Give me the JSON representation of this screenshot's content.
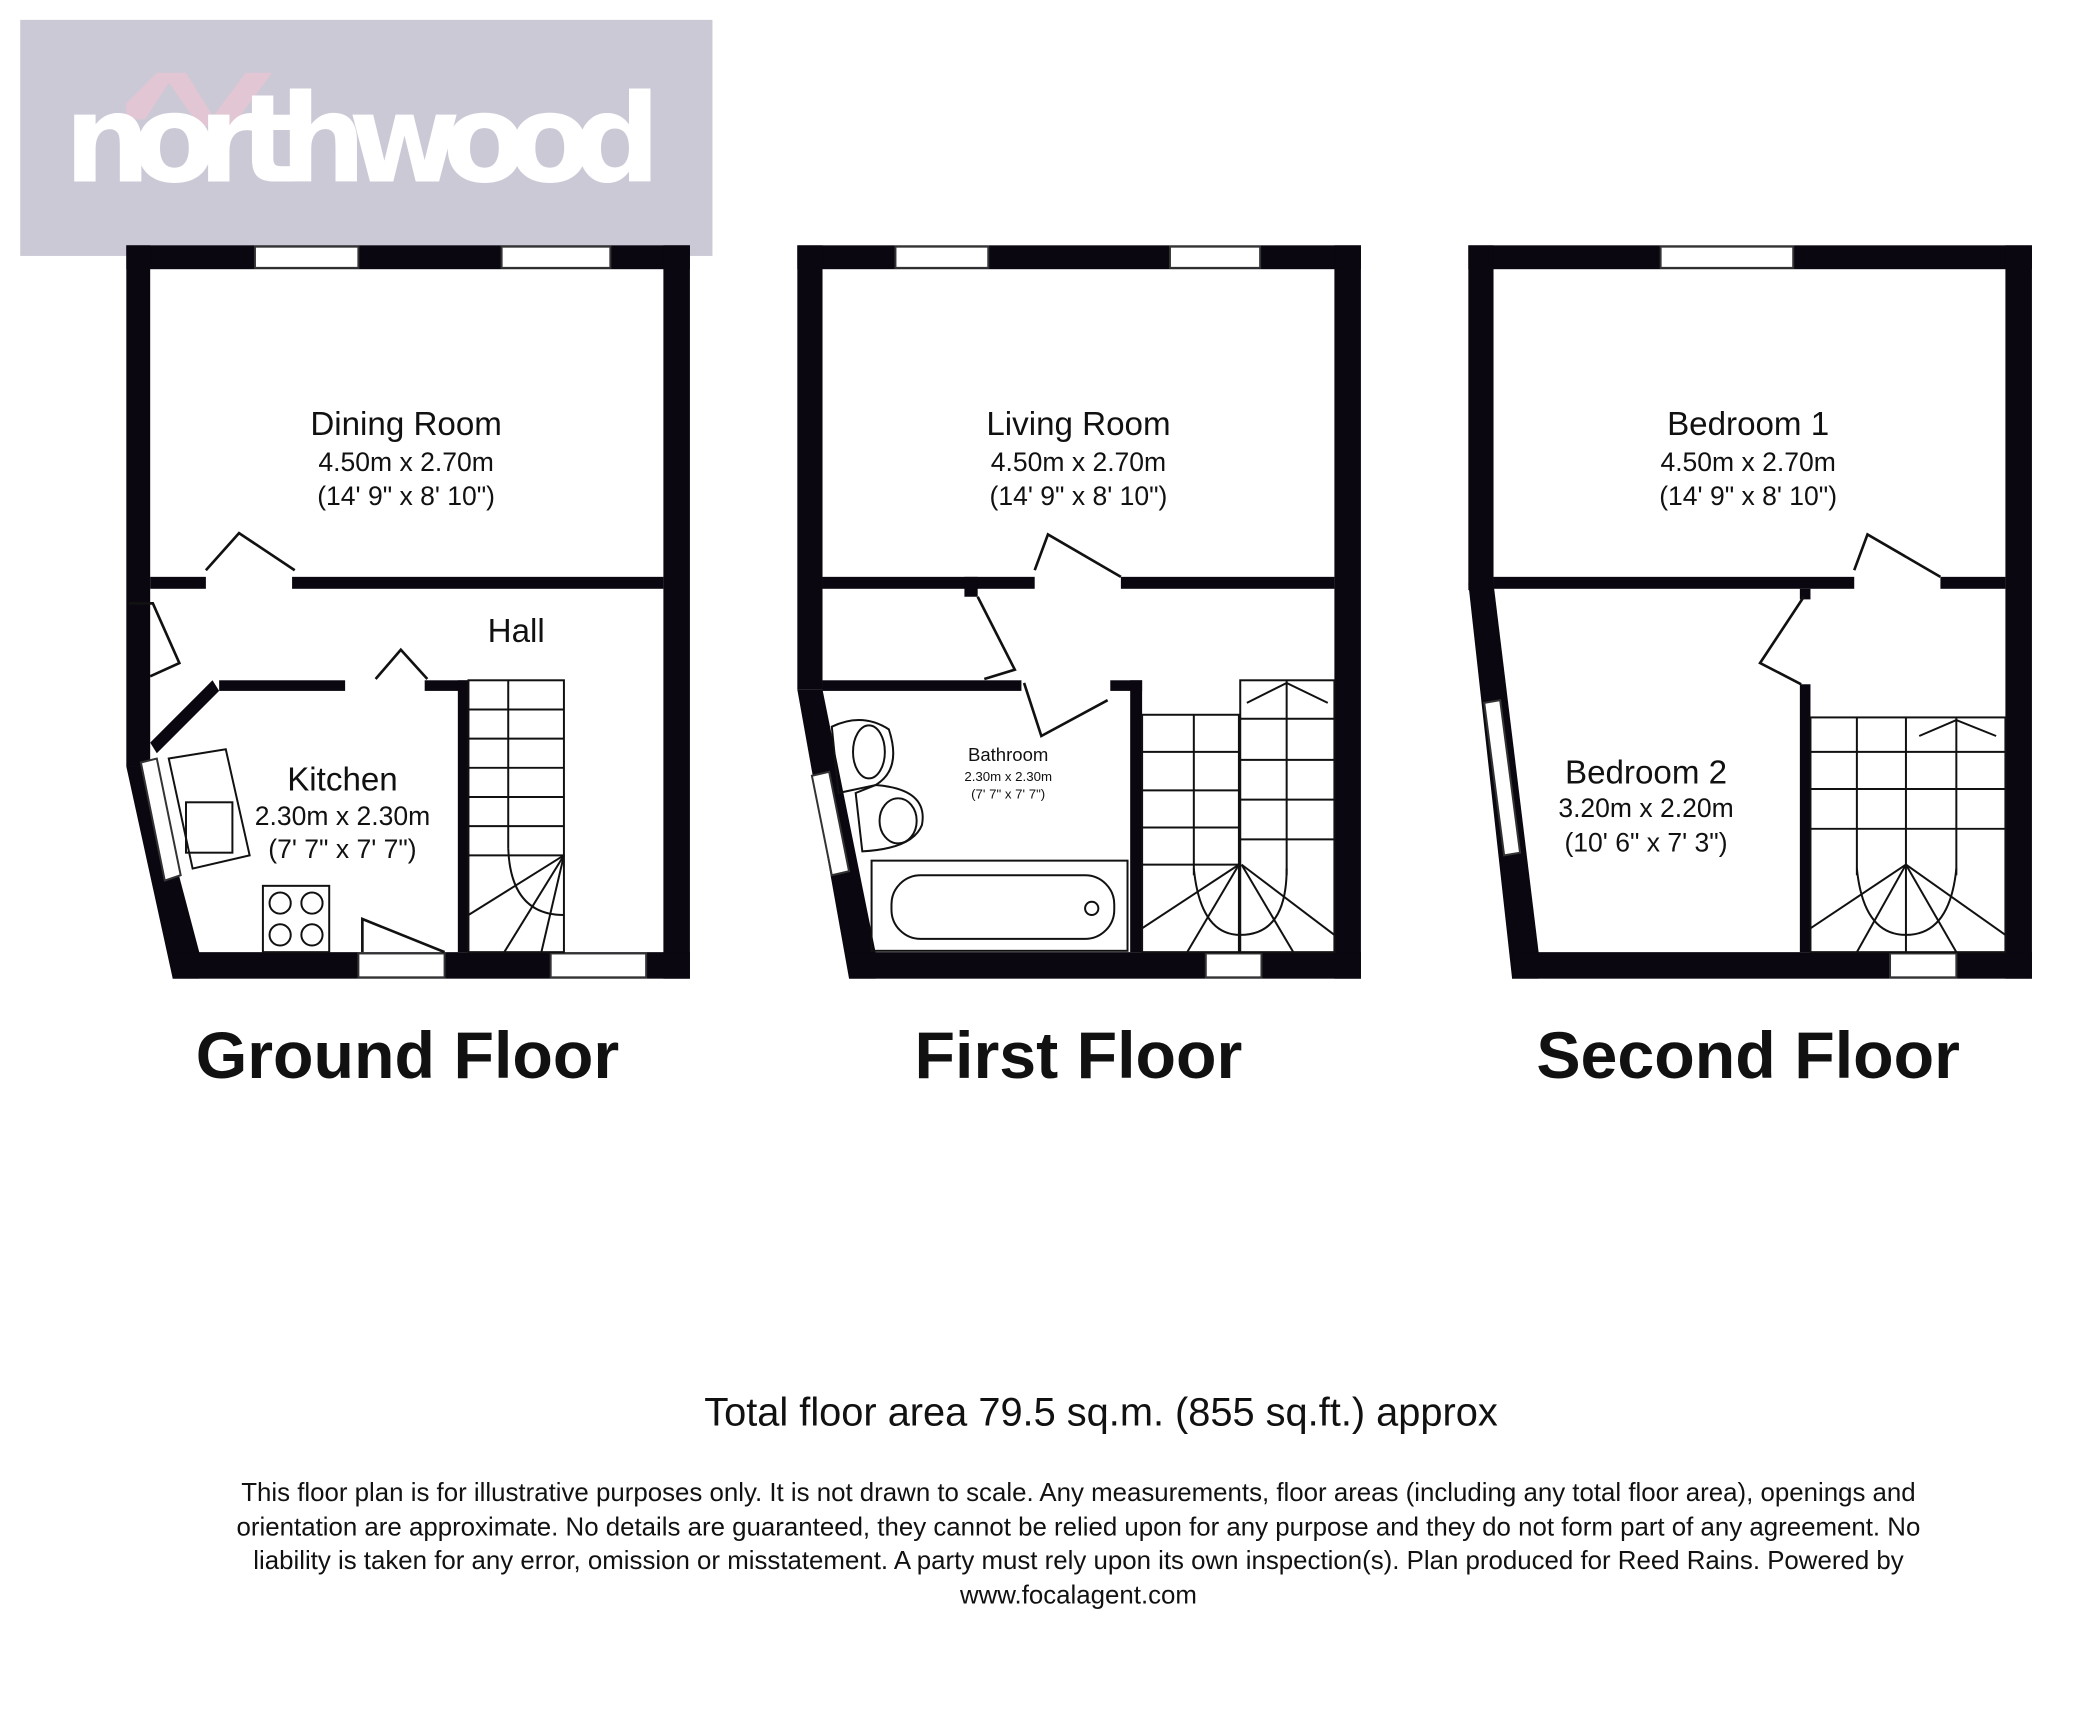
{
  "logo": {
    "text": "northwood",
    "background": "#ccc9d6",
    "mark_color": "#e3c6d3"
  },
  "floors": [
    {
      "title": "Ground Floor",
      "rooms": [
        {
          "name": "Dining Room",
          "metric": "4.50m x 2.70m",
          "imperial": "(14' 9\" x 8' 10\")"
        },
        {
          "name": "Hall"
        },
        {
          "name": "Kitchen",
          "metric": "2.30m x 2.30m",
          "imperial": "(7' 7\" x 7' 7\")"
        }
      ]
    },
    {
      "title": "First Floor",
      "rooms": [
        {
          "name": "Living Room",
          "metric": "4.50m x 2.70m",
          "imperial": "(14' 9\" x 8' 10\")"
        },
        {
          "name": "Bathroom",
          "metric": "2.30m x 2.30m",
          "imperial": "(7' 7\" x 7' 7\")"
        }
      ]
    },
    {
      "title": "Second Floor",
      "rooms": [
        {
          "name": "Bedroom 1",
          "metric": "4.50m x 2.70m",
          "imperial": "(14' 9\" x 8' 10\")"
        },
        {
          "name": "Bedroom 2",
          "metric": "3.20m x 2.20m",
          "imperial": "(10' 6\" x 7' 3\")"
        }
      ]
    }
  ],
  "total_area": "Total floor area 79.5 sq.m. (855 sq.ft.) approx",
  "disclaimer": [
    "This floor plan is for illustrative purposes only. It is not drawn to scale. Any measurements, floor areas (including any total floor area), openings and",
    "orientation are approximate. No details are guaranteed, they cannot be relied upon for any purpose and they do not form part of any agreement. No",
    "liability is taken for any error, omission or misstatement. A party must rely upon its own inspection(s). Plan produced for Reed Rains. Powered by",
    "www.focalagent.com"
  ]
}
